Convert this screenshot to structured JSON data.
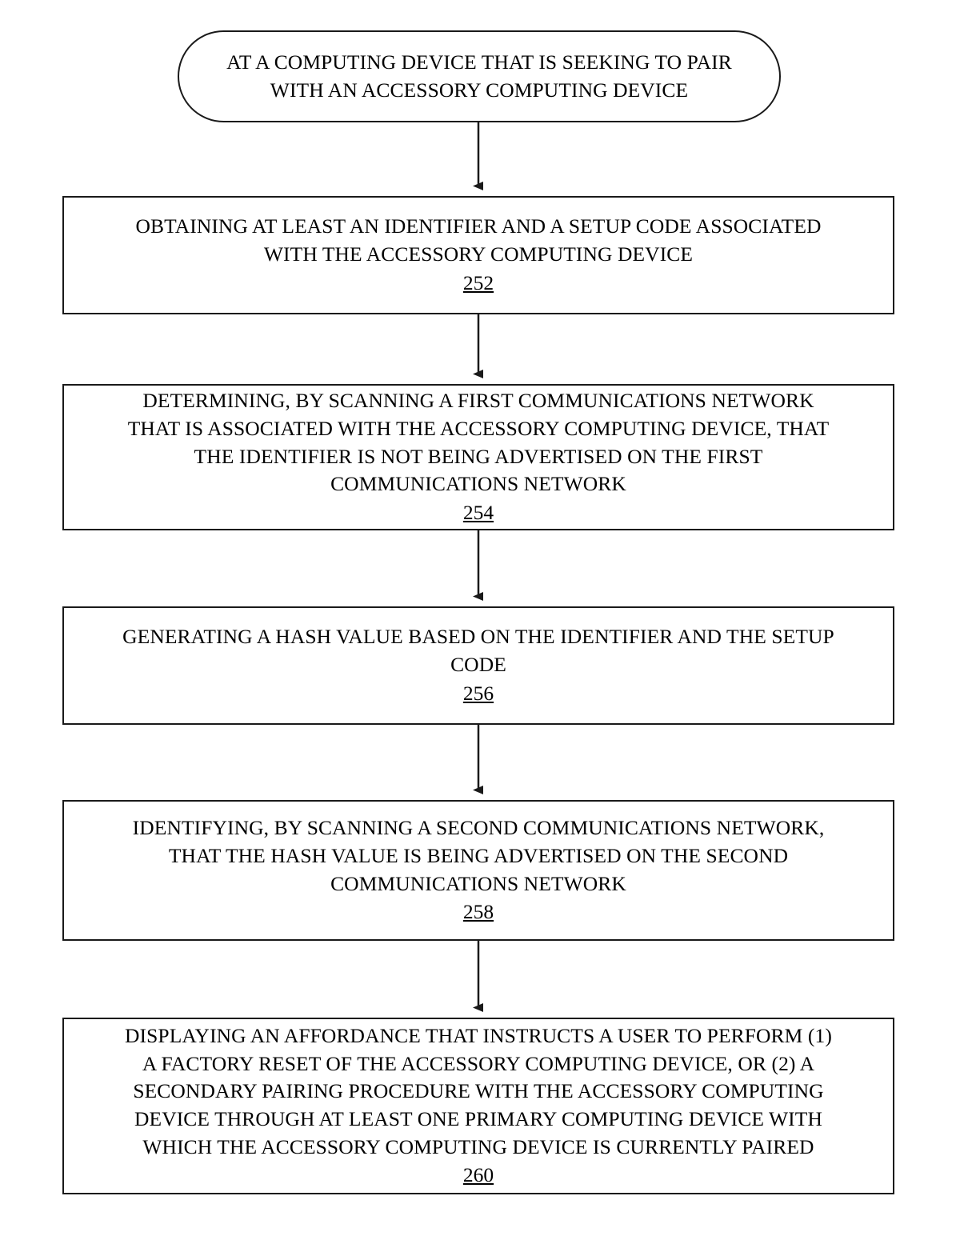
{
  "diagram": {
    "type": "flowchart",
    "orientation": "vertical",
    "background_color": "#ffffff",
    "line_color": "#1a1a1a",
    "nodes": [
      {
        "id": "start",
        "shape": "rounded-rectangle",
        "text": "AT A COMPUTING DEVICE THAT IS SEEKING TO PAIR\nWITH AN ACCESSORY COMPUTING DEVICE",
        "ref": ""
      },
      {
        "id": "step-252",
        "shape": "rectangle",
        "text": "OBTAINING AT LEAST AN IDENTIFIER AND A SETUP CODE ASSOCIATED\nWITH THE ACCESSORY COMPUTING DEVICE",
        "ref": "252"
      },
      {
        "id": "step-254",
        "shape": "rectangle",
        "text": "DETERMINING, BY SCANNING A FIRST COMMUNICATIONS NETWORK\nTHAT IS ASSOCIATED WITH THE ACCESSORY COMPUTING DEVICE, THAT\nTHE IDENTIFIER IS NOT BEING ADVERTISED ON THE FIRST\nCOMMUNICATIONS NETWORK",
        "ref": "254"
      },
      {
        "id": "step-256",
        "shape": "rectangle",
        "text": "GENERATING A HASH VALUE BASED ON THE IDENTIFIER AND THE SETUP\nCODE",
        "ref": "256"
      },
      {
        "id": "step-258",
        "shape": "rectangle",
        "text": "IDENTIFYING, BY SCANNING A SECOND COMMUNICATIONS NETWORK,\nTHAT THE HASH VALUE IS BEING ADVERTISED ON THE SECOND\nCOMMUNICATIONS NETWORK",
        "ref": "258"
      },
      {
        "id": "step-260",
        "shape": "rectangle",
        "text": "DISPLAYING AN AFFORDANCE THAT INSTRUCTS A USER TO PERFORM (1)\nA FACTORY RESET OF THE ACCESSORY COMPUTING DEVICE, OR (2) A\nSECONDARY PAIRING PROCEDURE WITH THE ACCESSORY COMPUTING\nDEVICE THROUGH AT LEAST ONE PRIMARY COMPUTING DEVICE WITH\nWHICH THE ACCESSORY COMPUTING DEVICE IS CURRENTLY PAIRED",
        "ref": "260"
      }
    ],
    "edges": [
      {
        "id": "edge-start-252",
        "from": "start",
        "to": "step-252",
        "arrow": "down"
      },
      {
        "id": "edge-252-254",
        "from": "step-252",
        "to": "step-254",
        "arrow": "down"
      },
      {
        "id": "edge-254-256",
        "from": "step-254",
        "to": "step-256",
        "arrow": "down"
      },
      {
        "id": "edge-256-258",
        "from": "step-256",
        "to": "step-258",
        "arrow": "down"
      },
      {
        "id": "edge-258-260",
        "from": "step-258",
        "to": "step-260",
        "arrow": "down"
      }
    ]
  }
}
